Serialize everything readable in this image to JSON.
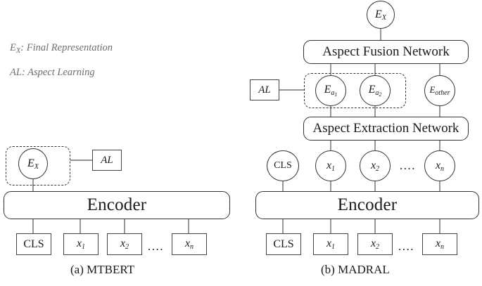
{
  "figure": {
    "legend": [
      {
        "symbol": "E",
        "symbol_sub": "X",
        "separator": ": ",
        "text": "Final Representation"
      },
      {
        "symbol": "AL",
        "symbol_sub": "",
        "separator": ": ",
        "text": "Aspect Learning"
      }
    ],
    "color_stroke": "#333333",
    "color_legend_text": "#6e6e6e"
  },
  "panel_a": {
    "caption": "(a) MTBERT",
    "final_repr": {
      "base": "E",
      "sub": "X"
    },
    "aspect_learning_label": "AL",
    "encoder_label": "Encoder",
    "ellipsis": "....",
    "tokens": [
      {
        "base": "CLS",
        "sub": ""
      },
      {
        "base": "x",
        "sub": "1"
      },
      {
        "base": "x",
        "sub": "2"
      },
      {
        "base": "x",
        "sub": "n"
      }
    ]
  },
  "panel_b": {
    "caption": "(b) MADRAL",
    "final_repr": {
      "base": "E",
      "sub": "X"
    },
    "fusion_network_label": "Aspect Fusion Network",
    "extraction_network_label": "Aspect Extraction Network",
    "aspect_learning_label": "AL",
    "aspect_embeddings": [
      {
        "base": "E",
        "sub": "a",
        "subsub": "1"
      },
      {
        "base": "E",
        "sub": "a",
        "subsub": "2"
      }
    ],
    "other_embedding": {
      "base": "E",
      "sub": "other"
    },
    "ellipsis": "....",
    "encoder_label": "Encoder",
    "token_circles": [
      {
        "base": "CLS",
        "sub": ""
      },
      {
        "base": "x",
        "sub": "1"
      },
      {
        "base": "x",
        "sub": "2"
      },
      {
        "base": "x",
        "sub": "n"
      }
    ],
    "token_boxes": [
      {
        "base": "CLS",
        "sub": ""
      },
      {
        "base": "x",
        "sub": "1"
      },
      {
        "base": "x",
        "sub": "2"
      },
      {
        "base": "x",
        "sub": "n"
      }
    ]
  }
}
